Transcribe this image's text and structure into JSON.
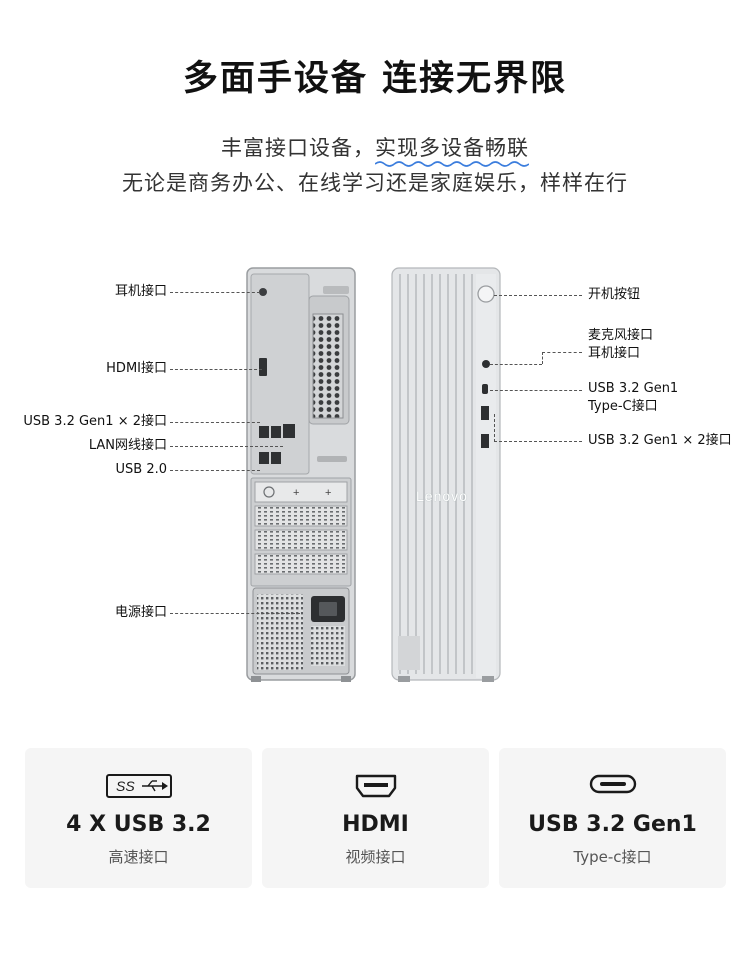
{
  "header": {
    "title": "多面手设备  连接无界限",
    "subtitle_1_plain": "丰富接口设备，",
    "subtitle_1_highlight": "实现多设备畅联",
    "subtitle_2": "无论是商务办公、在线学习还是家庭娱乐，样样在行"
  },
  "rear_panel": {
    "headphone": "耳机接口",
    "hdmi": "HDMI接口",
    "usb32": "USB 3.2 Gen1 × 2接口",
    "lan": "LAN网线接口",
    "usb20": "USB 2.0",
    "power": "电源接口"
  },
  "front_panel": {
    "power_button": "开机按钮",
    "mic": "麦克风接口",
    "headphone": "耳机接口",
    "usbc_line1": "USB 3.2 Gen1",
    "usbc_line2": "Type-C接口",
    "usb32": "USB 3.2 Gen1 × 2接口",
    "brand": "Lenovo"
  },
  "cards": [
    {
      "icon": "ss-usb-icon",
      "icon_text": "SS",
      "main": "4 X USB 3.2",
      "sub": "高速接口"
    },
    {
      "icon": "hdmi-port-icon",
      "main": "HDMI",
      "sub": "视频接口"
    },
    {
      "icon": "usb-c-port-icon",
      "main": "USB 3.2 Gen1",
      "sub": "Type-c接口"
    }
  ],
  "colors": {
    "chassis": "#d8dadc",
    "chassis_dark": "#6f7275",
    "highlight_wave": "#3b7ddd",
    "card_bg": "#f5f5f5"
  }
}
